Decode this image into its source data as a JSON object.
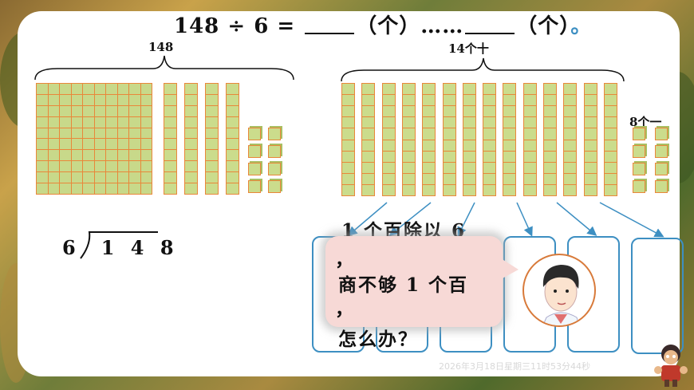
{
  "equation": {
    "dividend": "148",
    "op": "÷",
    "divisor": "6",
    "eq": "=",
    "unit1": "（个）",
    "dots": "……",
    "unit2": "（个）",
    "period": "。"
  },
  "left_brace_label": "148",
  "right_brace_label": "14个十",
  "ones_label": "8个一",
  "long_division": {
    "divisor": "6",
    "dividend": "1 4 8"
  },
  "bubble": {
    "line1": "1 个百除以 6",
    "line2": "，",
    "line3": "商不够 1 个百",
    "line4": "，",
    "line5": "怎么办？"
  },
  "timestamp": "2026年3月18日星期三11时53分44秒",
  "colors": {
    "block_fill": "#c8d98a",
    "block_line": "#e9873a",
    "arrow": "#e07822",
    "box_border": "#3d8fc2",
    "bubble_fill": "#f7d9d6"
  }
}
